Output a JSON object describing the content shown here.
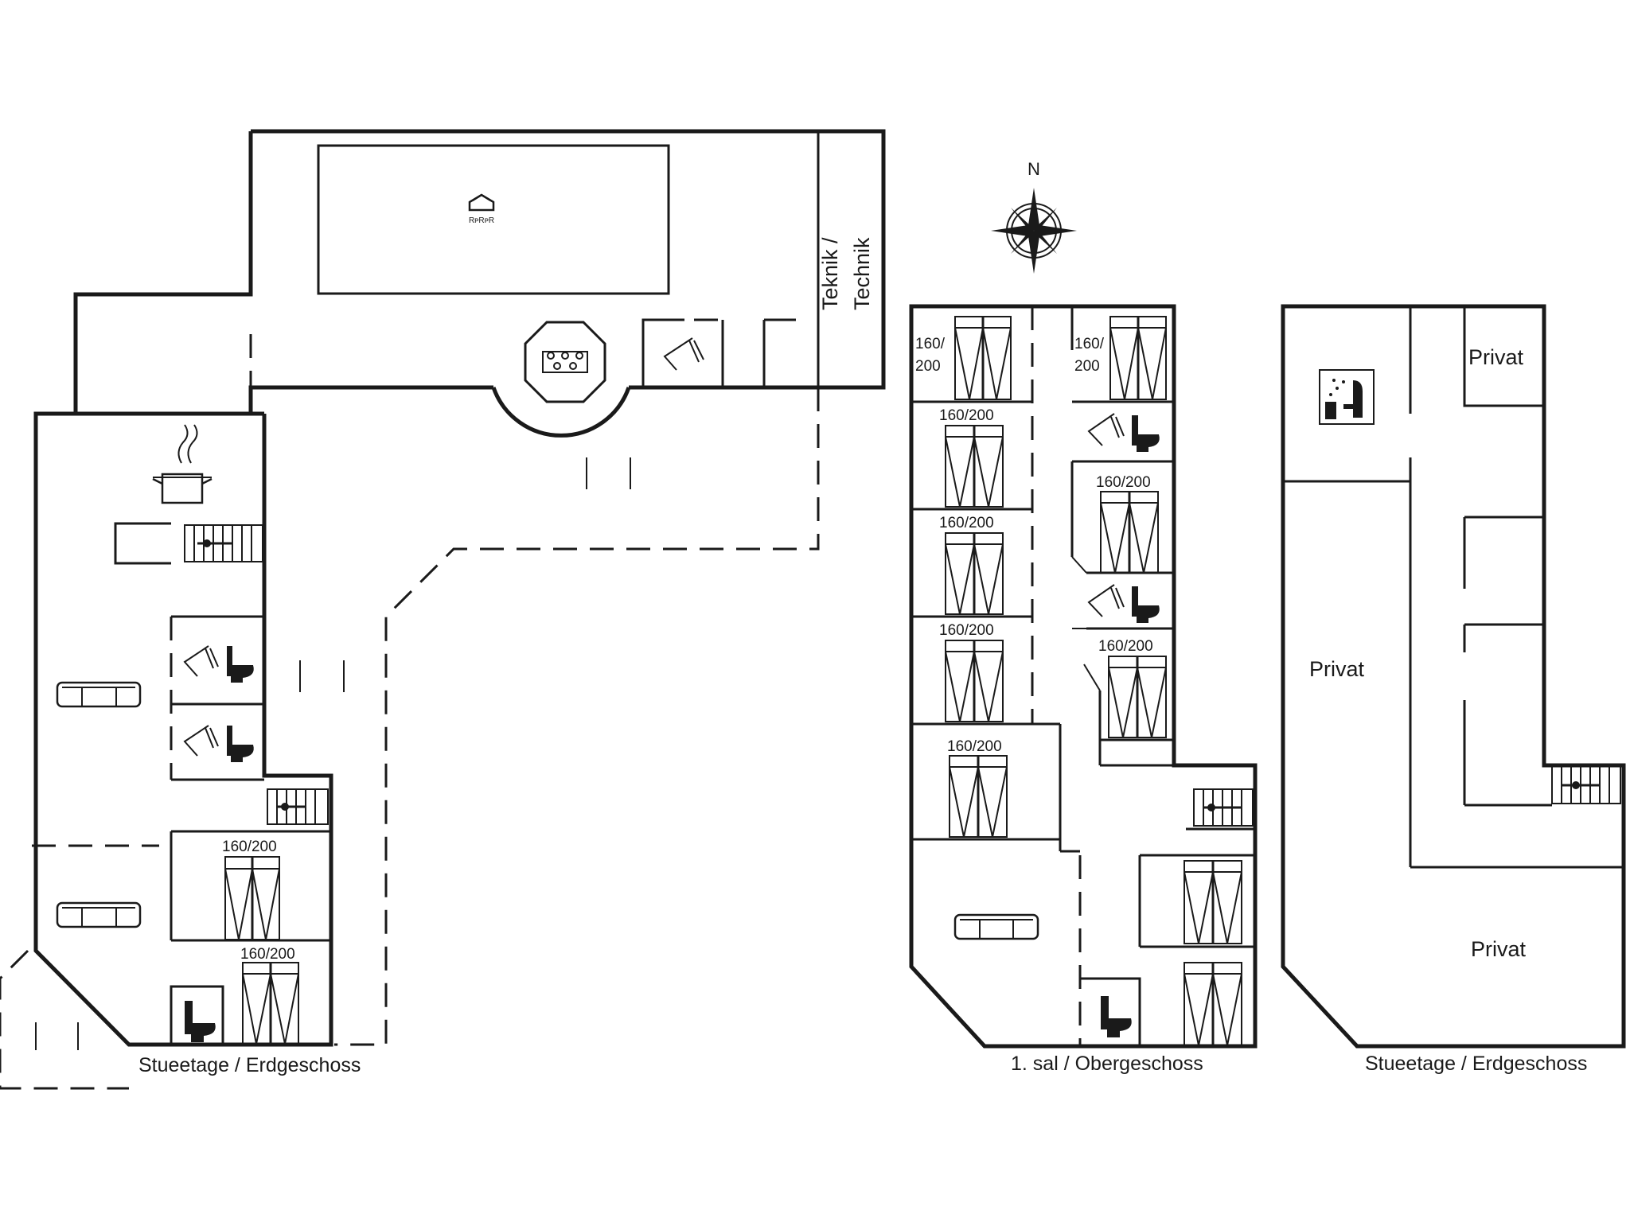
{
  "floor_labels": {
    "left": "Stueetage / Erdgeschoss",
    "middle": "1. sal / Obergeschoss",
    "right": "Stueetage / Erdgeschoss"
  },
  "technik_line1": "Teknik /",
  "technik_line2": "Technik",
  "compass_north": "N",
  "bed_labels": {
    "b1a": "160/",
    "b1b": "200",
    "b2a": "160/",
    "b2b": "200",
    "b3": "160/200",
    "b4": "160/200",
    "b5": "160/200",
    "b6": "160/200",
    "b7": "160/200",
    "b8": "160/200",
    "b9": "160/200",
    "b10": "160/200"
  },
  "room_labels": {
    "privat1": "Privat",
    "privat2": "Privat",
    "privat3": "Privat"
  },
  "icons": [
    "pool-icon",
    "spa-icon",
    "shower-icon",
    "toilet-icon",
    "stove-pot-icon",
    "stairs-icon",
    "sofa-icon",
    "bed-icon",
    "sauna-icon",
    "compass-icon"
  ]
}
